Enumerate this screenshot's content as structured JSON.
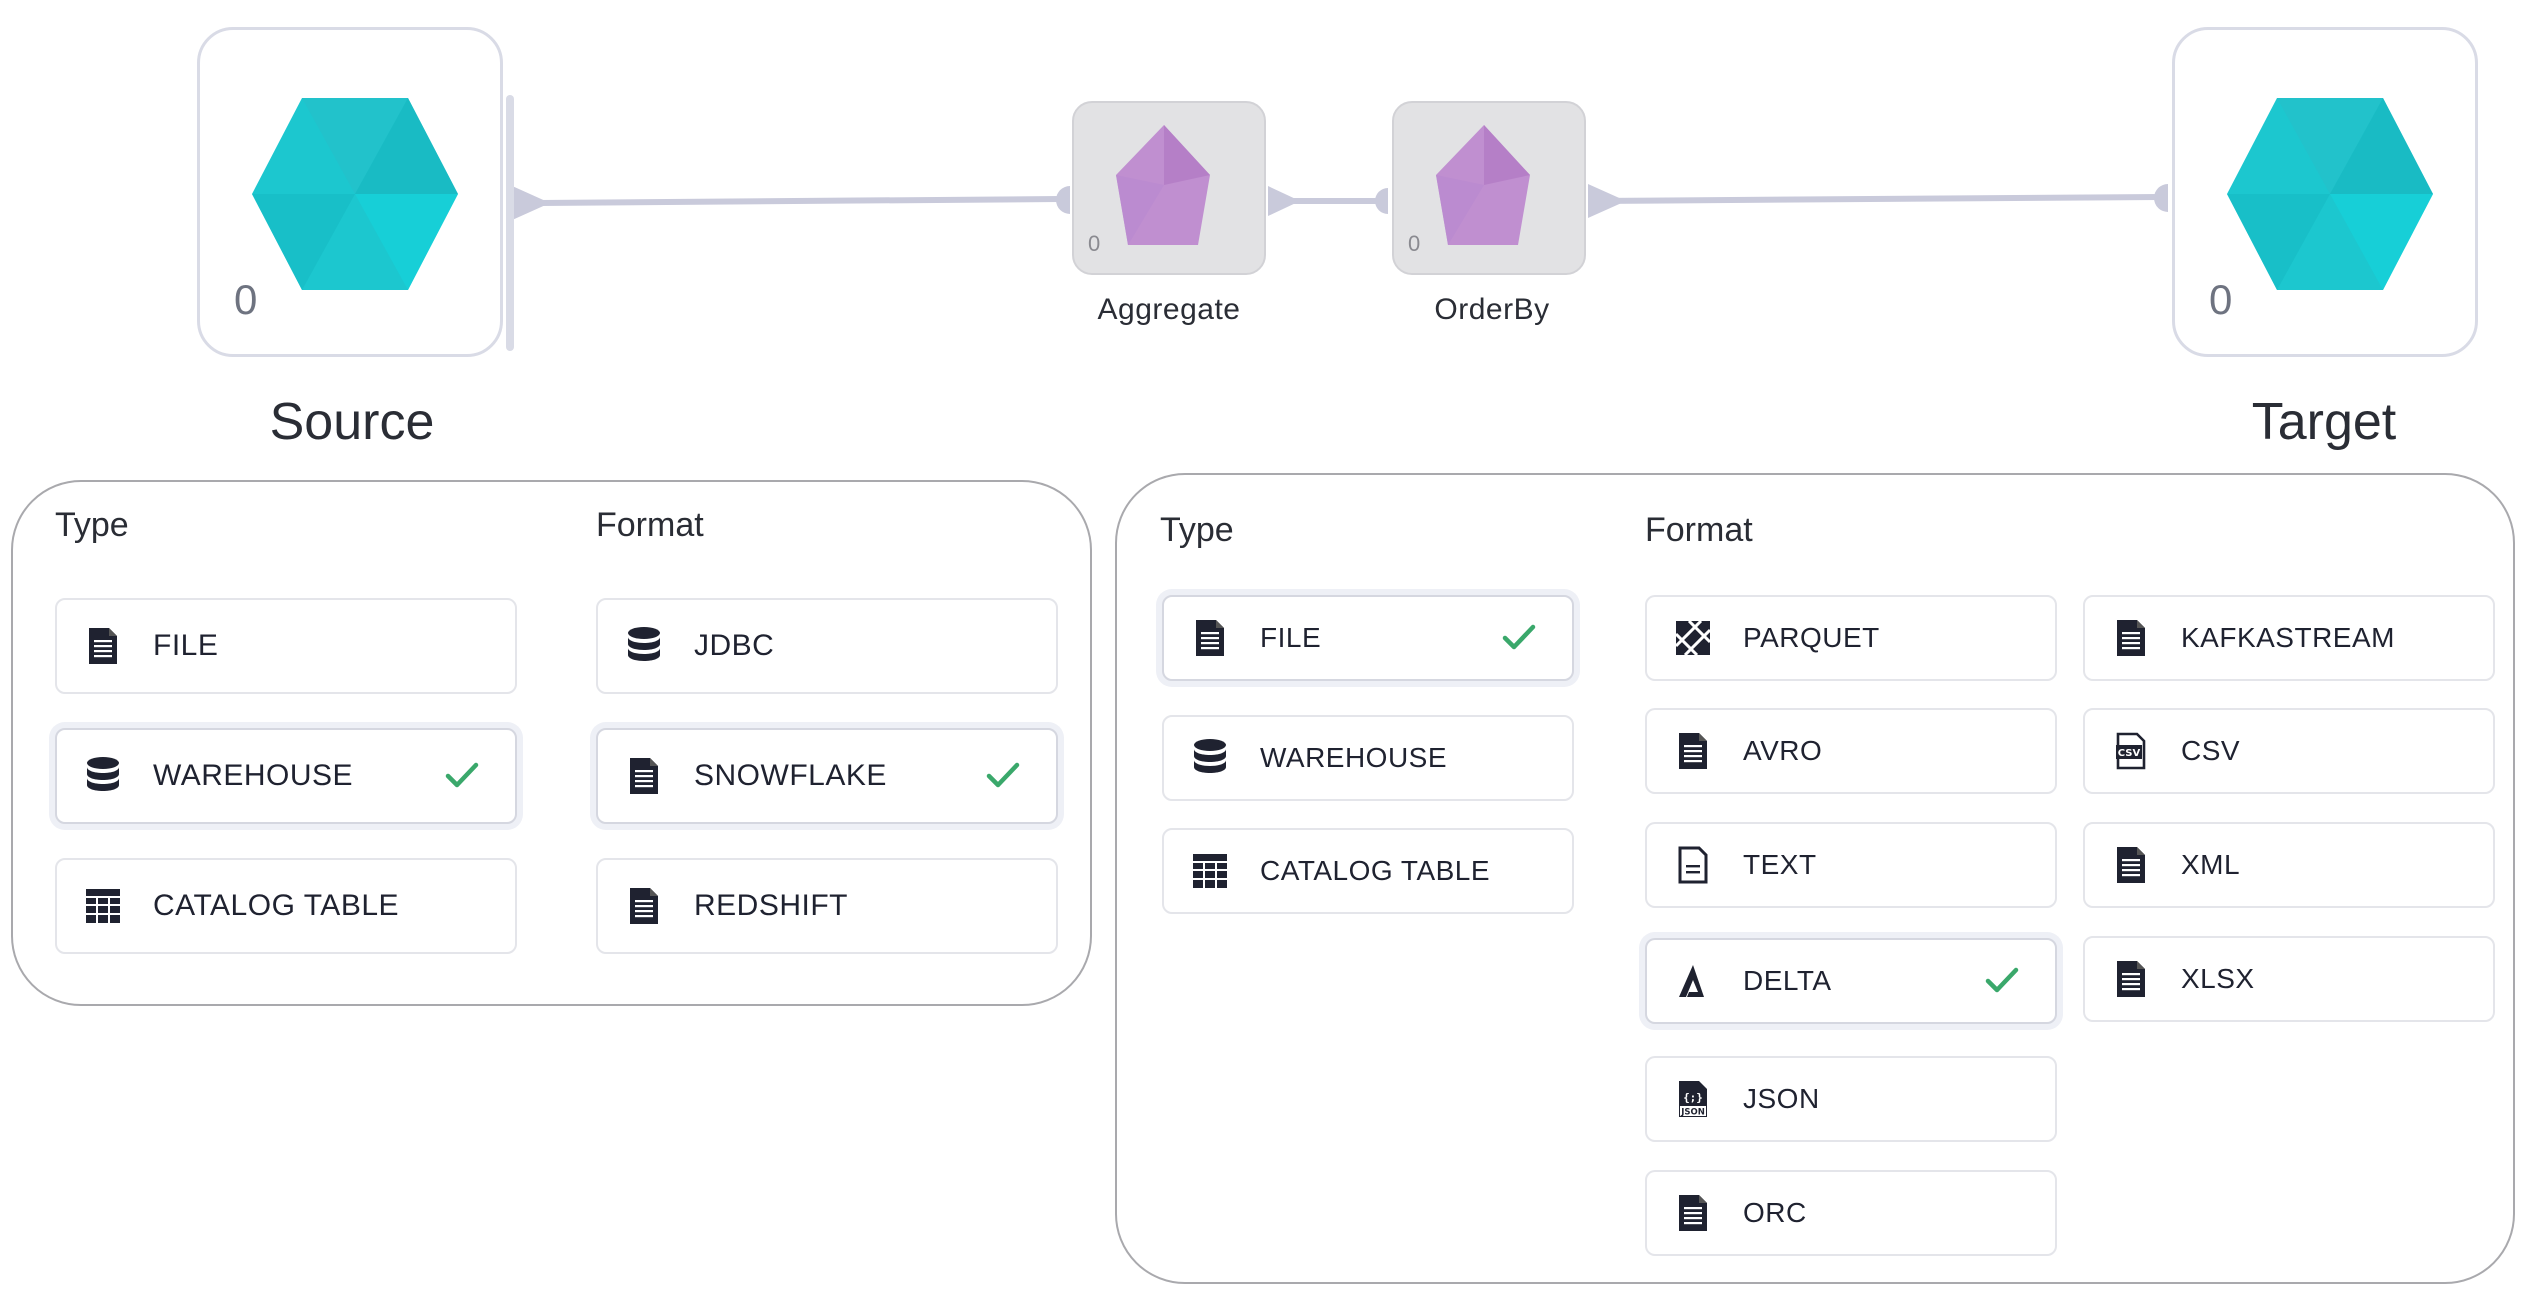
{
  "pipeline": {
    "source": {
      "title": "Source",
      "count": "0",
      "color": "#1cc7cf"
    },
    "aggregate": {
      "title": "Aggregate",
      "count": "0",
      "color": "#c08fd0"
    },
    "orderby": {
      "title": "OrderBy",
      "count": "0",
      "color": "#c08fd0"
    },
    "target": {
      "title": "Target",
      "count": "0",
      "color": "#1cc7cf"
    }
  },
  "source_panel": {
    "type_label": "Type",
    "format_label": "Format",
    "types": [
      {
        "label": "FILE",
        "icon": "file-icon",
        "selected": false
      },
      {
        "label": "WAREHOUSE",
        "icon": "database-icon",
        "selected": true
      },
      {
        "label": "CATALOG TABLE",
        "icon": "table-icon",
        "selected": false
      }
    ],
    "formats": [
      {
        "label": "JDBC",
        "icon": "database-icon",
        "selected": false
      },
      {
        "label": "SNOWFLAKE",
        "icon": "file-icon",
        "selected": true
      },
      {
        "label": "REDSHIFT",
        "icon": "file-icon",
        "selected": false
      }
    ]
  },
  "target_panel": {
    "type_label": "Type",
    "format_label": "Format",
    "types": [
      {
        "label": "FILE",
        "icon": "file-icon",
        "selected": true
      },
      {
        "label": "WAREHOUSE",
        "icon": "database-icon",
        "selected": false
      },
      {
        "label": "CATALOG TABLE",
        "icon": "table-icon",
        "selected": false
      }
    ],
    "formats_col1": [
      {
        "label": "PARQUET",
        "icon": "parquet-icon",
        "selected": false
      },
      {
        "label": "AVRO",
        "icon": "file-icon",
        "selected": false
      },
      {
        "label": "TEXT",
        "icon": "text-file-icon",
        "selected": false
      },
      {
        "label": "DELTA",
        "icon": "delta-icon",
        "selected": true
      },
      {
        "label": "JSON",
        "icon": "json-icon",
        "selected": false
      },
      {
        "label": "ORC",
        "icon": "file-icon",
        "selected": false
      }
    ],
    "formats_col2": [
      {
        "label": "KAFKASTREAM",
        "icon": "file-icon",
        "selected": false
      },
      {
        "label": "CSV",
        "icon": "csv-icon",
        "selected": false
      },
      {
        "label": "XML",
        "icon": "file-icon",
        "selected": false
      },
      {
        "label": "XLSX",
        "icon": "file-icon",
        "selected": false
      }
    ]
  },
  "check_color": "#3aa86b"
}
